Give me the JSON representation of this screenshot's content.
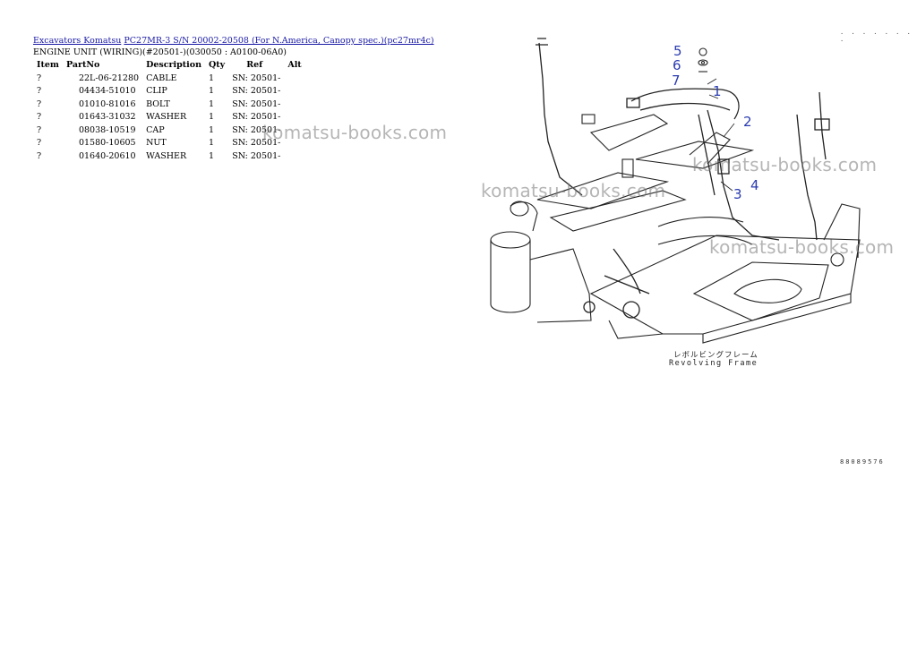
{
  "breadcrumb": {
    "category": "Excavators Komatsu",
    "model": "PC27MR-3 S/N 20002-20508 (For N.America, Canopy spec.)(pc27mr4c)"
  },
  "subtitle": "ENGINE UNIT (WIRING)(#20501-)(030050 : A0100-06A0)",
  "table": {
    "headers": [
      "Item",
      "PartNo",
      "Description",
      "Qty",
      "Ref",
      "Alt"
    ],
    "rows": [
      {
        "item": "?",
        "part_no": "22L-06-21280",
        "description": "CABLE",
        "qty": "1",
        "ref": "SN: 20501-",
        "alt": ""
      },
      {
        "item": "?",
        "part_no": "04434-51010",
        "description": "CLIP",
        "qty": "1",
        "ref": "SN: 20501-",
        "alt": ""
      },
      {
        "item": "?",
        "part_no": "01010-81016",
        "description": "BOLT",
        "qty": "1",
        "ref": "SN: 20501-",
        "alt": ""
      },
      {
        "item": "?",
        "part_no": "01643-31032",
        "description": "WASHER",
        "qty": "1",
        "ref": "SN: 20501-",
        "alt": ""
      },
      {
        "item": "?",
        "part_no": "08038-10519",
        "description": "CAP",
        "qty": "1",
        "ref": "SN: 20501-",
        "alt": ""
      },
      {
        "item": "?",
        "part_no": "01580-10605",
        "description": "NUT",
        "qty": "1",
        "ref": "SN: 20501-",
        "alt": ""
      },
      {
        "item": "?",
        "part_no": "01640-20610",
        "description": "WASHER",
        "qty": "1",
        "ref": "SN: 20501-",
        "alt": ""
      }
    ]
  },
  "watermark": "komatsu-books.com",
  "diagram": {
    "callouts": [
      "1",
      "2",
      "3",
      "4",
      "5",
      "6",
      "7"
    ],
    "frame_label_jp": "レボルビングフレーム",
    "frame_label_en": "Revolving Frame",
    "drawing_code": "88089576",
    "corner_dots": "· · · · · · · ·"
  }
}
